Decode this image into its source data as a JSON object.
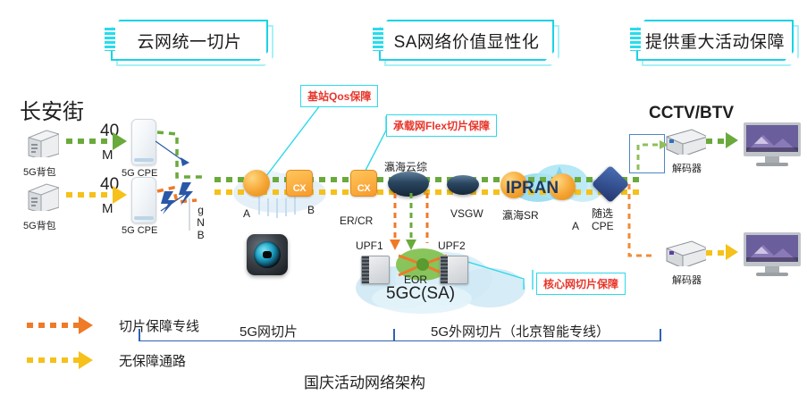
{
  "diagram": {
    "caption": "国庆活动网络架构",
    "banners": [
      {
        "id": "cloud-net-unified-slice",
        "label": "云网统一切片"
      },
      {
        "id": "sa-network-value",
        "label": "SA网络价值显性化"
      },
      {
        "id": "major-event-guarantee",
        "label": "提供重大活动保障"
      }
    ],
    "callouts": [
      {
        "id": "base-station-qos",
        "label": "基站Qos保障"
      },
      {
        "id": "bearer-flex-slice",
        "label": "承载网Flex切片保障"
      },
      {
        "id": "core-network-slice",
        "label": "核心网切片保障"
      }
    ],
    "left": {
      "site_title": "长安街",
      "flows": [
        {
          "rate_value": "40",
          "rate_unit": "M",
          "source_label": "5G背包",
          "cpe_label": "5G CPE",
          "color": "#6aaa3c"
        },
        {
          "rate_value": "40",
          "rate_unit": "M",
          "source_label": "5G背包",
          "cpe_label": "5G CPE",
          "color": "#f5c11a"
        }
      ],
      "gnb_label": "gNB"
    },
    "nodes": [
      {
        "id": "node-a-ran",
        "label": "A"
      },
      {
        "id": "node-b-er-cr",
        "label": "B"
      },
      {
        "id": "node-er-cr",
        "label": "ER/CR"
      },
      {
        "id": "node-yinghai-yunzong",
        "label": "瀛海云综"
      },
      {
        "id": "node-vsgw",
        "label": "VSGW"
      },
      {
        "id": "node-yinghai-sr",
        "label": "瀛海SR"
      },
      {
        "id": "node-ipran",
        "label": "IPRAN"
      },
      {
        "id": "node-a-access",
        "label": "A"
      },
      {
        "id": "node-suixuan-cpe-line1",
        "label": "随选"
      },
      {
        "id": "node-suixuan-cpe-line2",
        "label": "CPE"
      }
    ],
    "core": {
      "cloud_label": "5GC(SA)",
      "eor_label": "EOR",
      "upf1_label": "UPF1",
      "upf2_label": "UPF2"
    },
    "right": {
      "title": "CCTV/BTV",
      "decoders": [
        {
          "label": "解码器"
        },
        {
          "label": "解码器"
        }
      ]
    },
    "legend": [
      {
        "id": "legend-slice-dedicated-line",
        "label": "切片保障专线",
        "color": "#ef7a28"
      },
      {
        "id": "legend-unguaranteed-path",
        "label": "无保障通路",
        "color": "#f5c11a"
      }
    ],
    "brackets": [
      {
        "id": "bracket-5g-slice",
        "label": "5G网切片"
      },
      {
        "id": "bracket-5g-external-slice",
        "label": "5G外网切片（北京智能专线）"
      }
    ],
    "colors": {
      "banner_border": "#19d3e6",
      "callout_border": "#2ed9e8",
      "callout_text": "#e8352a",
      "green_flow": "#6aaa3c",
      "yellow_flow": "#f5c11a",
      "orange_flow": "#ef7a28",
      "bracket": "#2f62b0",
      "leader_line": "#2ed9e8"
    }
  }
}
